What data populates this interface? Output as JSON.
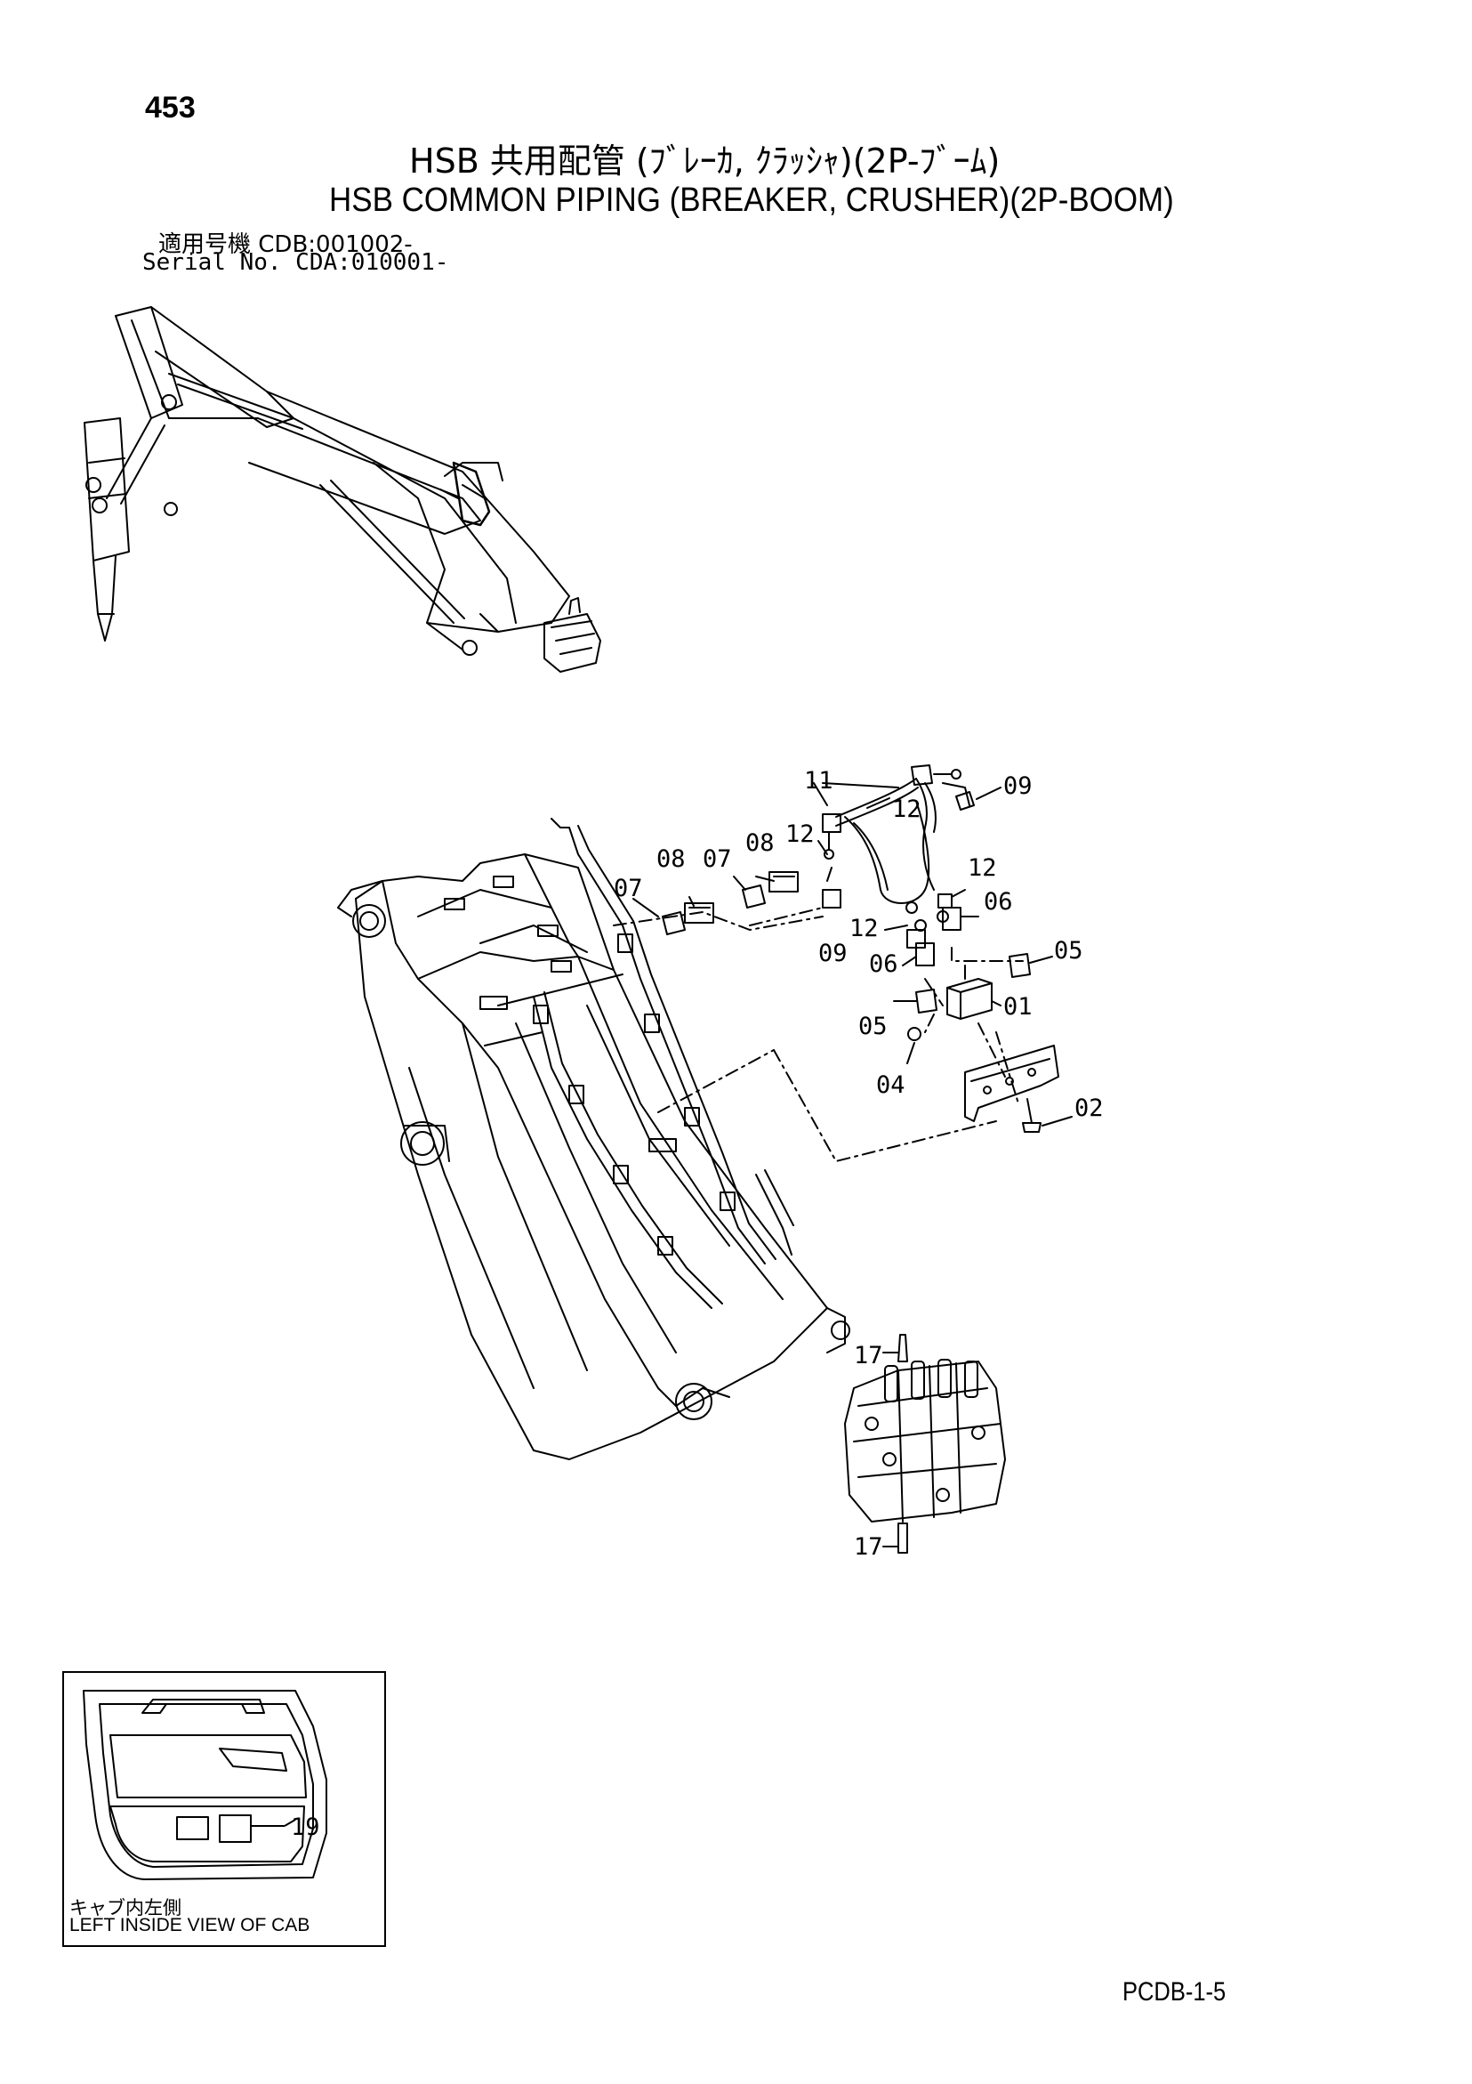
{
  "header": {
    "page_number": "453",
    "title_jp": "HSB 共用配管 (ﾌﾞﾚｰｶ, ｸﾗｯｼｬ)(2P-ﾌﾞｰﾑ)",
    "title_en": "HSB COMMON PIPING (BREAKER, CRUSHER)(2P-BOOM)",
    "serial_jp": "適用号機 CDB:001002-",
    "serial_en": "Serial No. CDA:010001-"
  },
  "callouts": {
    "c11": "11",
    "c09a": "09",
    "c12a": "12",
    "c08a": "08",
    "c07a": "07",
    "c08b": "08",
    "c12b": "12",
    "c07b": "07",
    "c12c": "12",
    "c06a": "06",
    "c12d": "12",
    "c09b": "09",
    "c06b": "06",
    "c05a": "05",
    "c01": "01",
    "c05b": "05",
    "c04": "04",
    "c02": "02",
    "c17a": "17",
    "c17b": "17",
    "c19": "19"
  },
  "inset": {
    "caption_jp": "キャブ内左側",
    "caption_en": "LEFT INSIDE VIEW OF CAB"
  },
  "footer": {
    "code": "PCDB-1-5"
  }
}
